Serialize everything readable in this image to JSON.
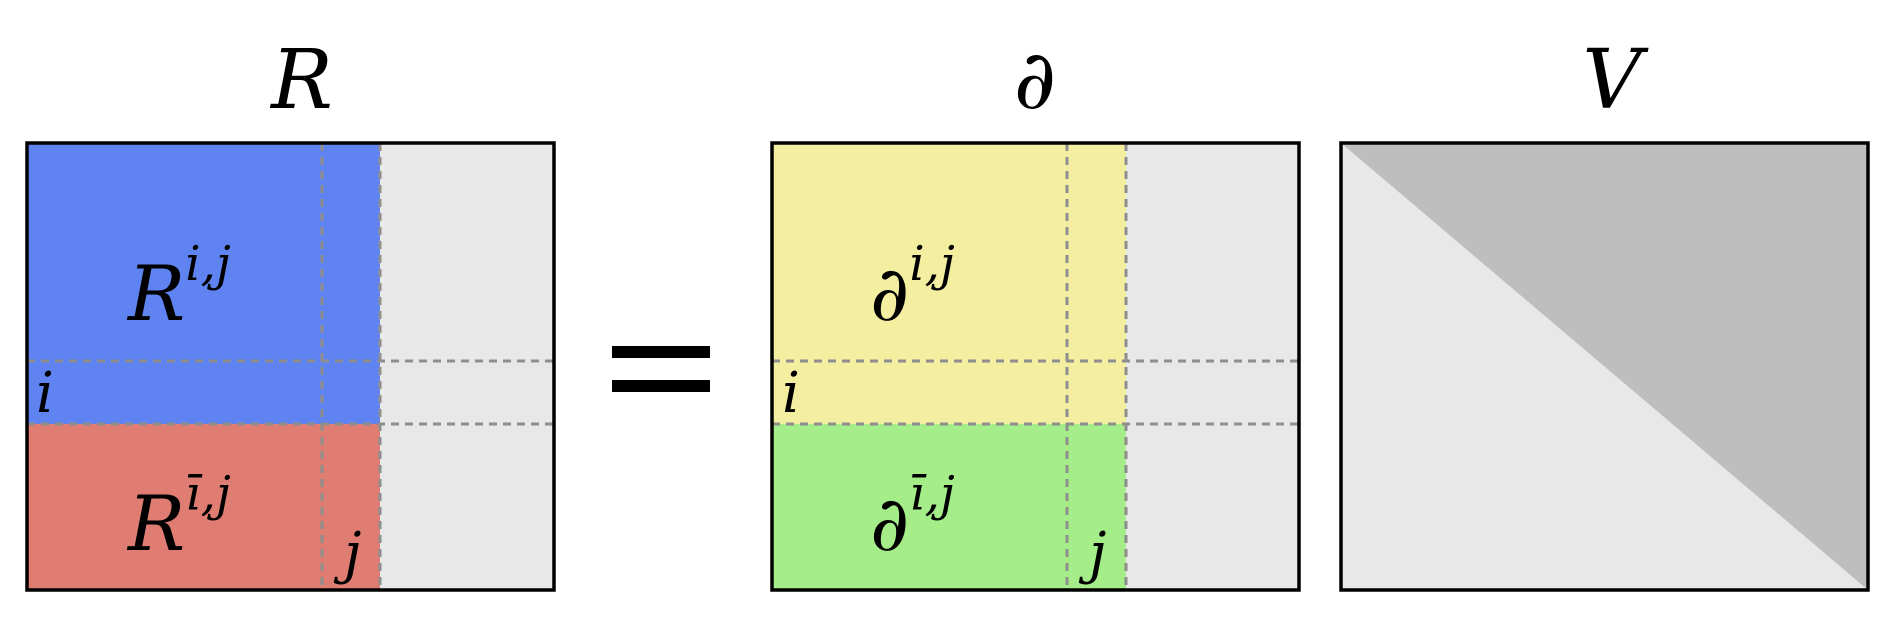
{
  "titles": {
    "r": "R",
    "d": "∂",
    "v": "V"
  },
  "equals": "=",
  "blocks": {
    "r_top": {
      "base": "R",
      "sup": "i,j"
    },
    "r_bottom": {
      "base": "R",
      "sup": "ī,j"
    },
    "d_top": {
      "base": "∂",
      "sup": "i,j"
    },
    "d_bottom": {
      "base": "∂",
      "sup": "ī,j"
    }
  },
  "indices": {
    "row": "i",
    "col": "j"
  },
  "colors": {
    "r_top": "#5f83f0",
    "r_bottom": "#e07d73",
    "d_top": "#f4eea0",
    "d_bottom": "#a4ed88",
    "rest": "#e8e8e8",
    "v_upper": "#bebebe",
    "v_lower": "#e8e8e8",
    "dash": "#8e8e8e"
  }
}
